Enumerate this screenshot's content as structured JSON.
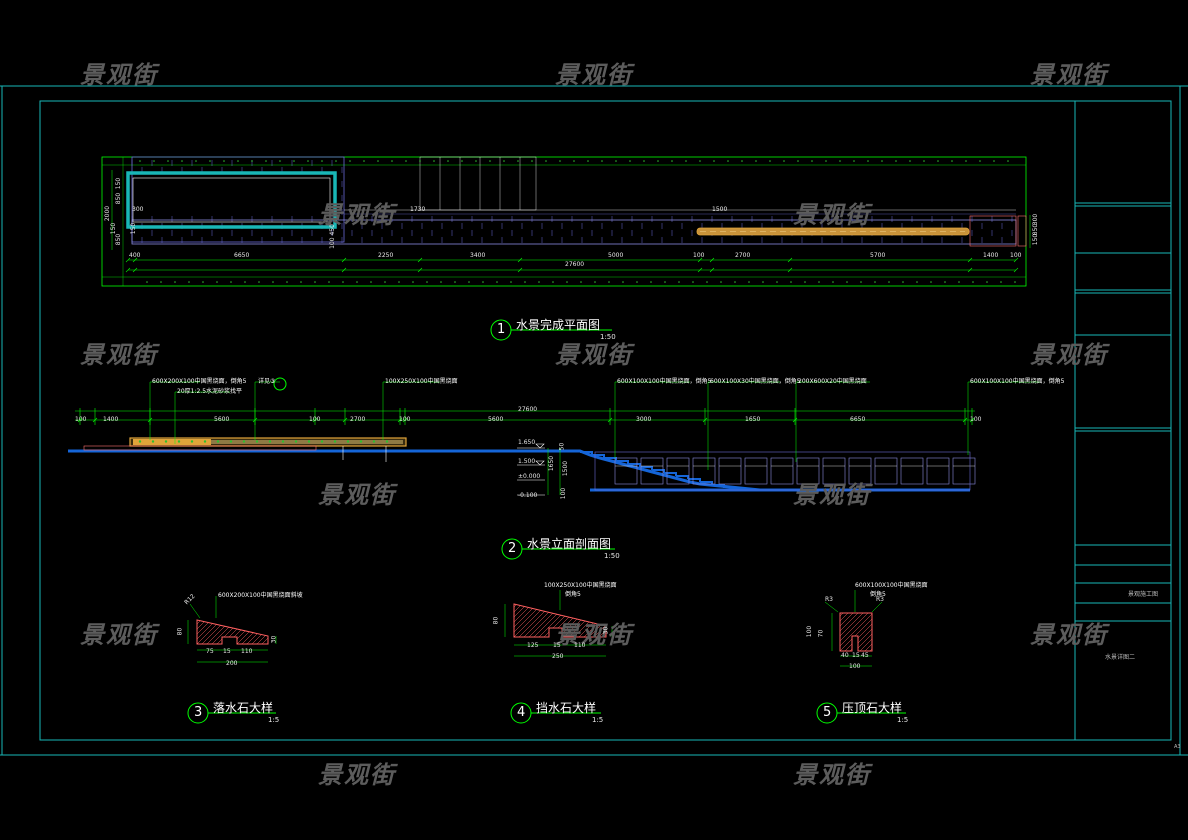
{
  "watermark": "景观街",
  "colors": {
    "background": "#000000",
    "frame": "#19b7b7",
    "dimension": "#00ff00",
    "water": "#1565d8",
    "stone": "#e0a43a",
    "hatch": "#ff6060",
    "paving": "#6b6bd6"
  },
  "titleblock": {
    "cell1": "景观施工图",
    "cell2": "水景详图二"
  },
  "corner_mark": "A3",
  "plan": {
    "callouts": [
      {
        "num": "1",
        "title": "水景完成平面图",
        "scale": "1:50"
      }
    ],
    "dims_top": [
      "1730",
      "1500"
    ],
    "dims_left": [
      "150",
      "2000",
      "850",
      "150",
      "850"
    ],
    "dims_bottom": [
      "400",
      "6650",
      "2250",
      "3400",
      "5000",
      "100",
      "2700",
      "5700",
      "1400",
      "100"
    ],
    "total": "27600",
    "right_dims": [
      "300",
      "850",
      "150"
    ],
    "inner_labels": [
      "100 450",
      "150",
      "300"
    ]
  },
  "elevation": {
    "callout": {
      "num": "2",
      "title": "水景立面剖面图",
      "scale": "1:50"
    },
    "notes": [
      "600X200X100中国黑烧面，倒角5",
      "20厚1:2.5水泥砂浆找平",
      "详见③",
      "100X250X100中国黑烧面",
      "600X100X100中国黑烧面，倒角5",
      "600X100X30中国黑烧面，倒角5",
      "200X600X20中国黑烧面",
      "600X100X100中国黑烧面，倒角5"
    ],
    "dims_top": [
      "100",
      "1400",
      "5600",
      "100",
      "2700",
      "100",
      "5600",
      "3000",
      "1650",
      "6650",
      "100"
    ],
    "total": "27600",
    "levels": [
      "1.650",
      "1.500",
      "±0.000",
      "-0.100"
    ],
    "level_dims": [
      "50",
      "1650",
      "1500",
      "100"
    ]
  },
  "details": [
    {
      "num": "3",
      "title": "落水石大样",
      "scale": "1:5",
      "note": "600X200X100中国黑烧面斜坡",
      "note2": "",
      "dims": [
        "75",
        "15",
        "110",
        "200",
        "80",
        "30",
        "R12"
      ]
    },
    {
      "num": "4",
      "title": "挡水石大样",
      "scale": "1:5",
      "note": "100X250X100中国黑烧面",
      "note2": "倒角5",
      "dims": [
        "125",
        "15",
        "110",
        "250",
        "80",
        "30"
      ]
    },
    {
      "num": "5",
      "title": "压顶石大样",
      "scale": "1:5",
      "note": "600X100X100中国黑烧面",
      "note2": "倒角5",
      "dims": [
        "40",
        "15",
        "45",
        "100",
        "100",
        "70",
        "R3",
        "R3"
      ]
    }
  ]
}
